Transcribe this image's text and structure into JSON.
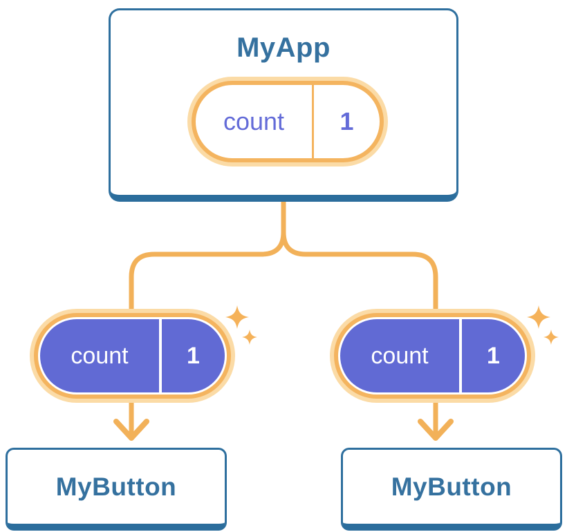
{
  "diagram": {
    "root": {
      "title": "MyApp",
      "state_pill": {
        "label": "count",
        "value": "1"
      }
    },
    "children": [
      {
        "title": "MyButton",
        "props_pill": {
          "label": "count",
          "value": "1"
        }
      },
      {
        "title": "MyButton",
        "props_pill": {
          "label": "count",
          "value": "1"
        }
      }
    ]
  },
  "colors": {
    "card_border": "#2e6f9e",
    "card_border_bottom": "#2b6d9c",
    "card_title": "#35719f",
    "pill_ring": "#f4b45f",
    "pill_halo": "#fbdba6",
    "pill_purple": "#616ad4",
    "pill_indigo": "#636bd8",
    "connector": "#f2b159",
    "sparkle": "#f5b25a",
    "card_bg": "#ffffff"
  }
}
